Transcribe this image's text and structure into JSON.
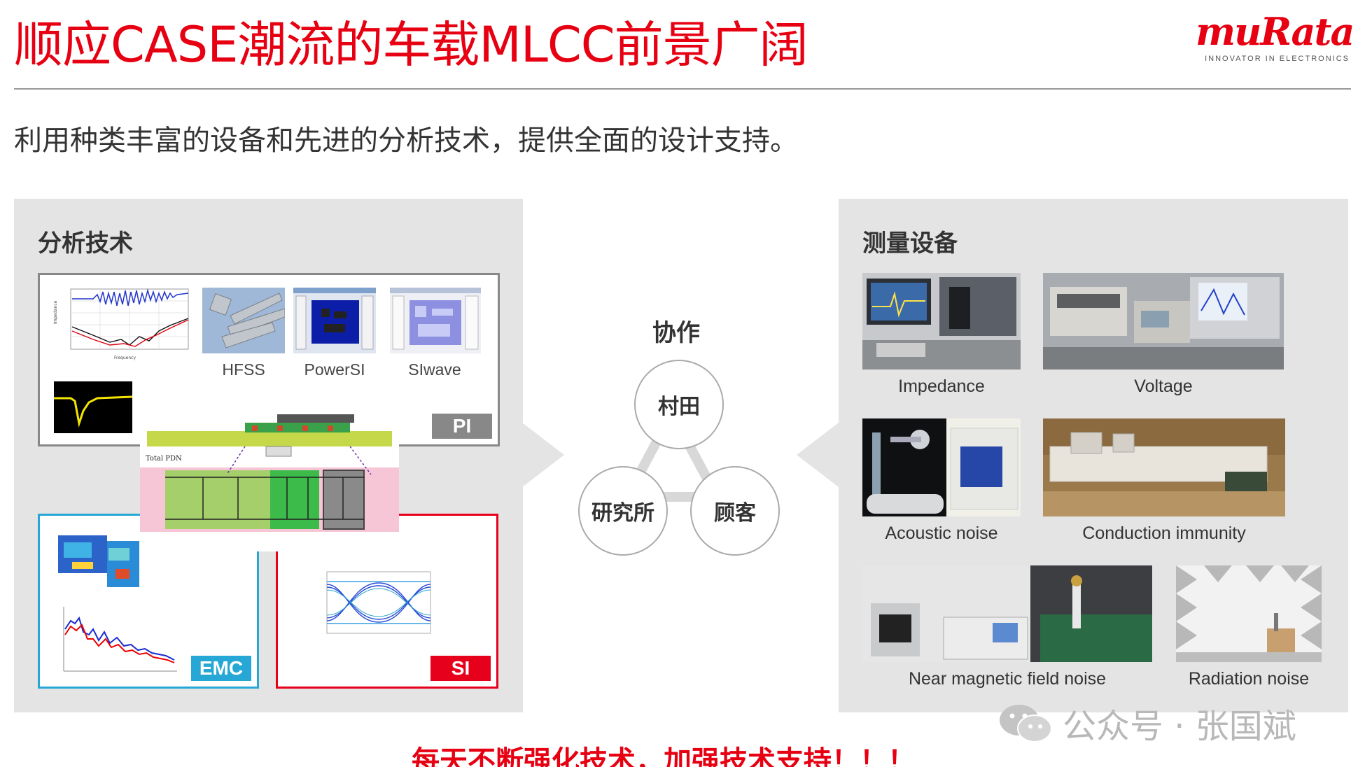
{
  "header": {
    "title": "顺应CASE潮流的车载MLCC前景广阔",
    "subtitle": "利用种类丰富的设备和先进的分析技术，提供全面的设计支持。",
    "logo_word": "muRata",
    "logo_tagline": "INNOVATOR IN ELECTRONICS"
  },
  "analysis": {
    "title": "分析技术",
    "pi_tag": "PI",
    "emc_tag": "EMC",
    "si_tag": "SI",
    "tools": [
      "HFSS",
      "PowerSI",
      "SIwave"
    ]
  },
  "collaboration": {
    "title": "协作",
    "nodes": [
      "村田",
      "研究所",
      "顾客"
    ]
  },
  "equipment": {
    "title": "测量设备",
    "items": [
      "Impedance",
      "Voltage",
      "Acoustic noise",
      "Conduction immunity",
      "Near magnetic field noise",
      "Radiation noise"
    ]
  },
  "watermark": "公众号 · 张国斌",
  "footer": "每天不断强化技术，加强技术支持！！！",
  "colors": {
    "accent": "#e60012",
    "emc": "#27a7d6",
    "panel": "#e4e4e4"
  }
}
